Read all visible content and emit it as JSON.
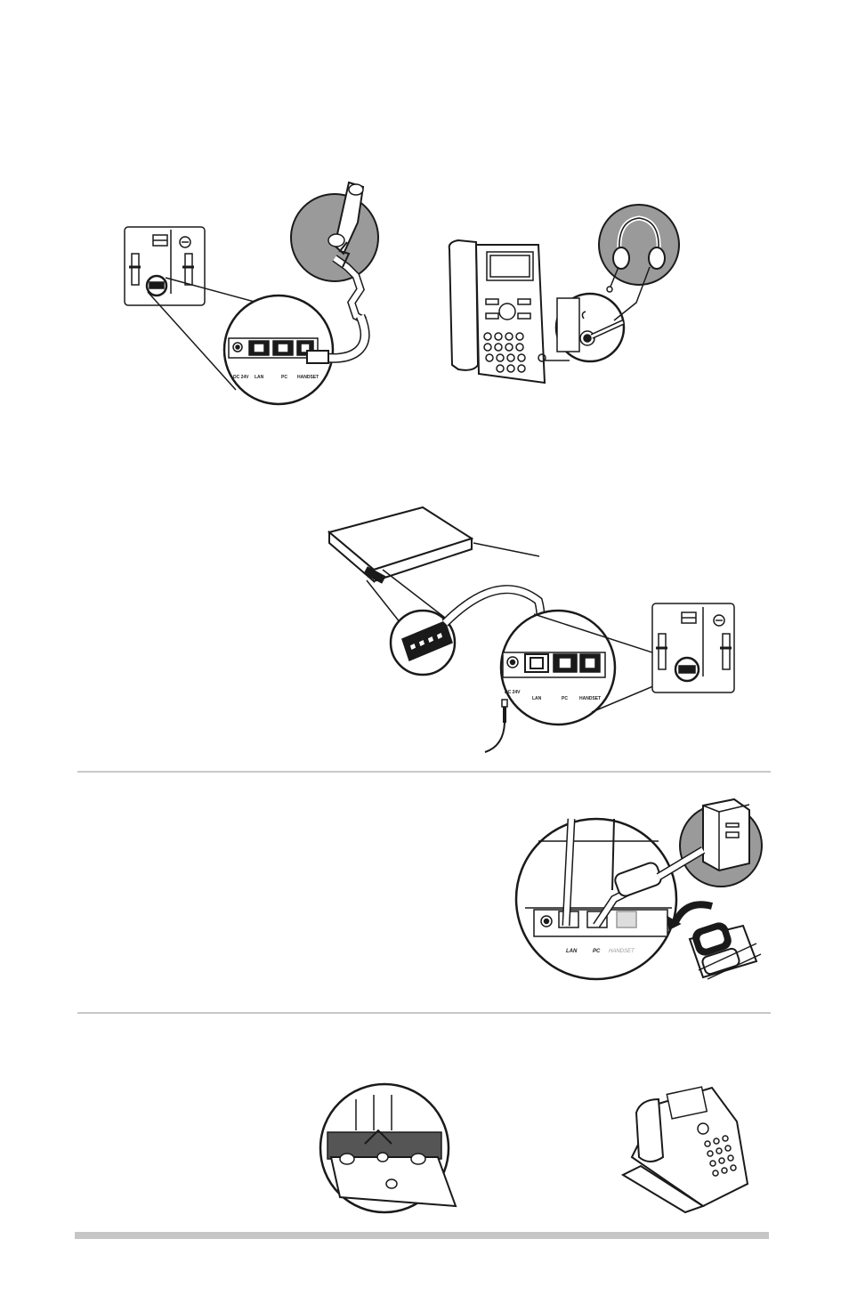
{
  "colors": {
    "line": "#1a1a1a",
    "circle_fill_grey": "#9a9a9a",
    "rule": "#c8c8c8",
    "footer_bar": "#c6c6c6"
  },
  "port_panel_a": {
    "power": "DC 24V",
    "lan": "LAN",
    "pc": "PC",
    "handset": "HANDSET"
  },
  "port_panel_b": {
    "power": "DC 24V",
    "lan": "LAN",
    "pc": "PC",
    "handset": "HANDSET"
  },
  "port_panel_c": {
    "lan": "LAN",
    "pc": "PC",
    "handset": "HANDSET"
  },
  "icons": [
    "phone-back-panel-icon",
    "handset-icon",
    "headset-icon",
    "desk-phone-icon",
    "network-switch-icon",
    "power-cord-icon",
    "computer-tower-icon",
    "ferrite-bead-icon",
    "stand-bracket-icon"
  ]
}
